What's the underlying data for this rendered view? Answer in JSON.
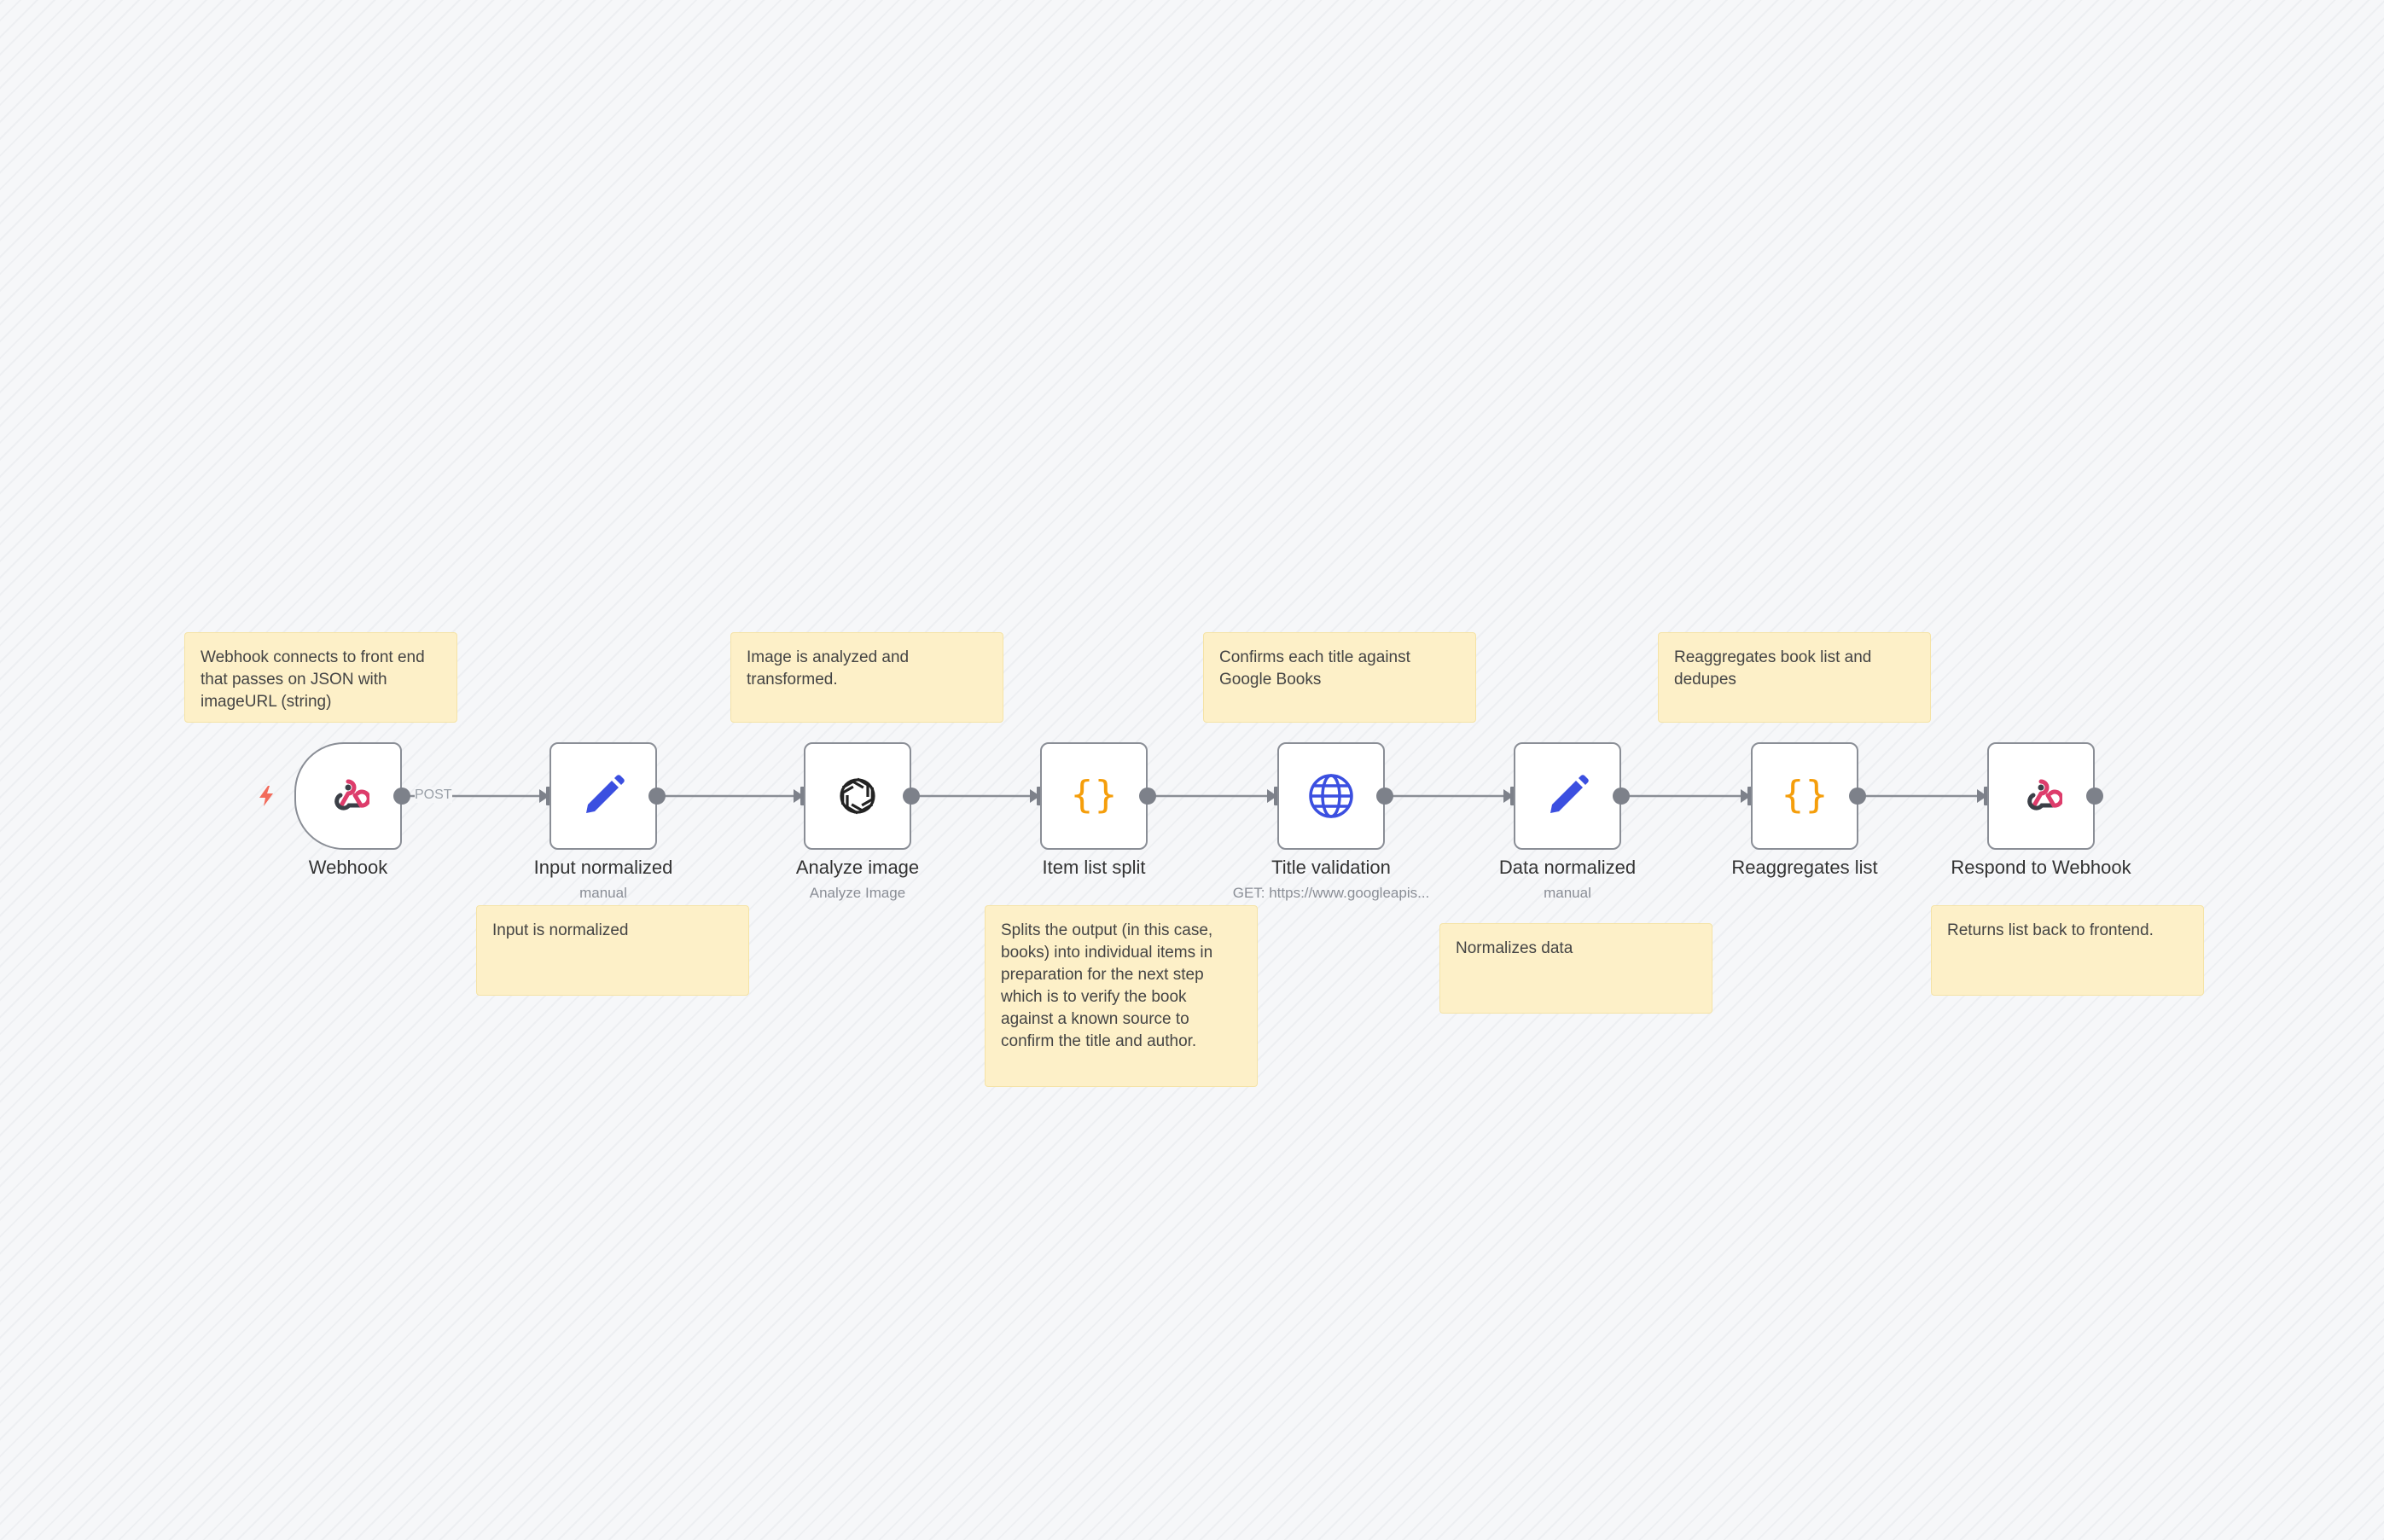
{
  "nodes": [
    {
      "id": "webhook",
      "label": "Webhook",
      "sublabel": "",
      "icon": "webhook-icon"
    },
    {
      "id": "input-normalized",
      "label": "Input normalized",
      "sublabel": "manual",
      "icon": "pencil-icon"
    },
    {
      "id": "analyze-image",
      "label": "Analyze image",
      "sublabel": "Analyze Image",
      "icon": "openai-icon"
    },
    {
      "id": "item-list-split",
      "label": "Item list split",
      "sublabel": "",
      "icon": "code-braces-icon"
    },
    {
      "id": "title-validation",
      "label": "Title validation",
      "sublabel": "GET: https://www.googleapis...",
      "icon": "globe-icon"
    },
    {
      "id": "data-normalized",
      "label": "Data normalized",
      "sublabel": "manual",
      "icon": "pencil-icon"
    },
    {
      "id": "reaggregates-list",
      "label": "Reaggregates list",
      "sublabel": "",
      "icon": "code-braces-icon"
    },
    {
      "id": "respond-to-webhook",
      "label": "Respond to Webhook",
      "sublabel": "",
      "icon": "webhook-icon"
    }
  ],
  "edges": [
    {
      "label": "POST"
    },
    {
      "label": ""
    },
    {
      "label": ""
    },
    {
      "label": ""
    },
    {
      "label": ""
    },
    {
      "label": ""
    },
    {
      "label": ""
    }
  ],
  "sticky_notes": [
    {
      "text": "Webhook connects to front end that passes on JSON with imageURL (string)"
    },
    {
      "text": "Image is analyzed and transformed."
    },
    {
      "text": "Confirms each title against Google Books"
    },
    {
      "text": "Reaggregates book list and dedupes"
    },
    {
      "text": "Input is normalized"
    },
    {
      "text": "Splits the output (in this case, books) into individual items in preparation for the next step which is to verify the book against a known source to confirm the title and author."
    },
    {
      "text": "Normalizes data"
    },
    {
      "text": "Returns list back to frontend."
    }
  ],
  "colors": {
    "webhook_pink": "#dd3c6b",
    "webhook_dark": "#3b3f47",
    "pencil_blue": "#3b4fe0",
    "code_orange": "#f59e0b",
    "globe_blue": "#3b4fe0",
    "trigger_bolt": "#f26b5b",
    "sticky_bg": "#fdf0c8"
  }
}
